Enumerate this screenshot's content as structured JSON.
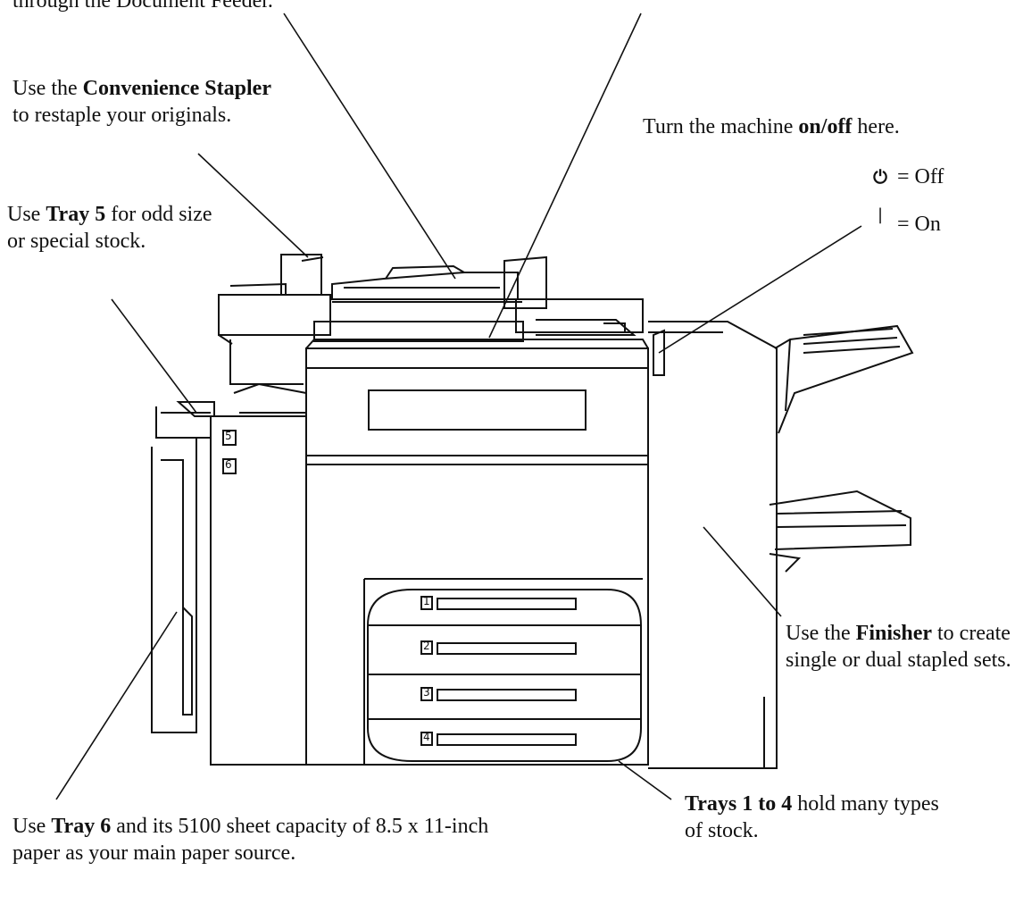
{
  "callouts": {
    "feeder": {
      "text": "through the Document Feeder."
    },
    "stapler": {
      "pre": "Use the ",
      "bold": "Convenience Stapler",
      "post": " to restaple your originals."
    },
    "tray5": {
      "pre": "Use ",
      "bold": "Tray 5",
      "post": " for odd size or special stock."
    },
    "power": {
      "pre": "Turn the machine ",
      "bold": "on/off",
      "post": " here."
    },
    "finisher": {
      "pre": "Use the ",
      "bold": "Finisher",
      "post": " to create single or dual stapled sets."
    },
    "trays14": {
      "bold": "Trays 1 to 4",
      "post": " hold many types of stock."
    },
    "tray6": {
      "pre": "Use ",
      "bold": "Tray 6",
      "post": " and its 5100 sheet capacity of 8.5 x 11-inch paper as your main paper source."
    }
  },
  "power_legend": [
    {
      "icon": "power-off-icon",
      "symbol": "⏻",
      "label": "= Off"
    },
    {
      "icon": "power-on-icon",
      "symbol": "|",
      "label": "= On"
    }
  ],
  "tray_labels": [
    "1",
    "2",
    "3",
    "4"
  ],
  "side_tray_labels": [
    "5",
    "6"
  ]
}
